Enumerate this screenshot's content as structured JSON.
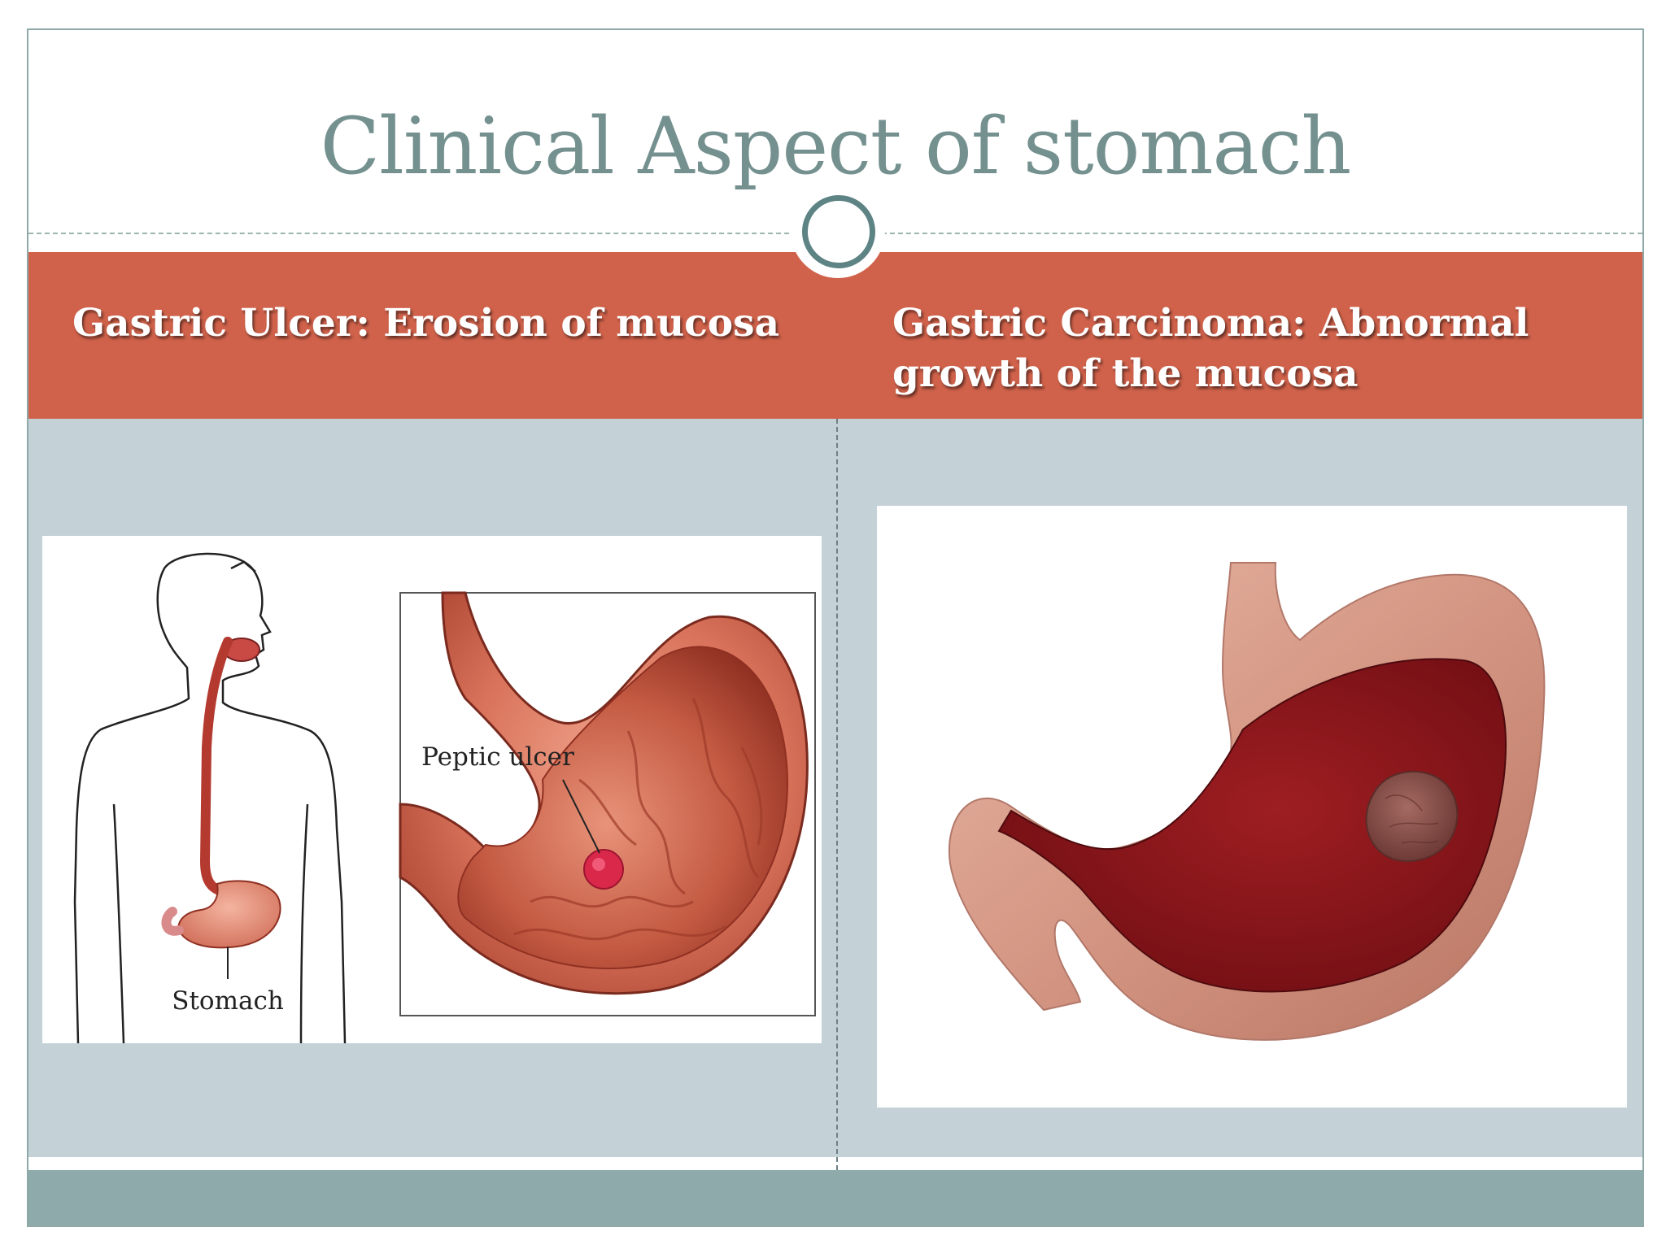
{
  "slide": {
    "title": "Clinical Aspect of stomach",
    "left_heading": "Gastric Ulcer: Erosion of mucosa",
    "right_heading": "Gastric Carcinoma: Abnormal growth of the  mucosa"
  },
  "left_figure": {
    "labels": {
      "ulcer": "Peptic ulcer",
      "stomach": "Stomach"
    }
  },
  "colors": {
    "title": "#74918f",
    "band": "#d0624b",
    "content_bg": "#c4d1d6",
    "footer": "#8eaaaa"
  }
}
